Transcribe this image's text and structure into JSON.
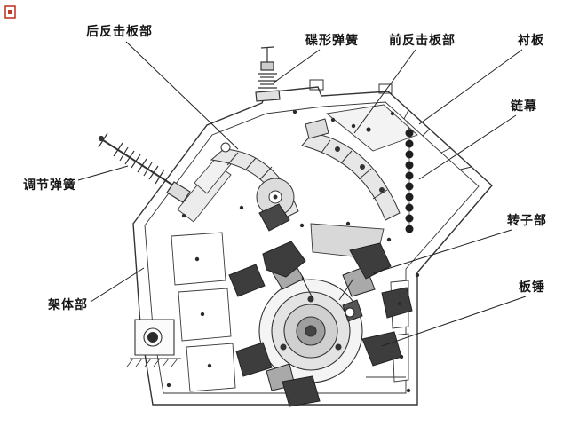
{
  "labels": [
    {
      "id": "rear-impact-plate",
      "text": "后反击板部"
    },
    {
      "id": "disc-spring",
      "text": "碟形弹簧"
    },
    {
      "id": "front-impact-plate",
      "text": "前反击板部"
    },
    {
      "id": "liner-plate",
      "text": "衬板"
    },
    {
      "id": "chain-curtain",
      "text": "链幕"
    },
    {
      "id": "rotor-assembly",
      "text": "转子部"
    },
    {
      "id": "blow-bar",
      "text": "板锤"
    },
    {
      "id": "adjusting-spring",
      "text": "调节弹簧"
    },
    {
      "id": "frame-body",
      "text": "架体部"
    }
  ],
  "colors": {
    "line": "#333333",
    "hammer_fill": "#3d3d3d",
    "plate_fill": "#e7e7e7",
    "background": "#ffffff",
    "corner_mark": "#c03a2b"
  }
}
